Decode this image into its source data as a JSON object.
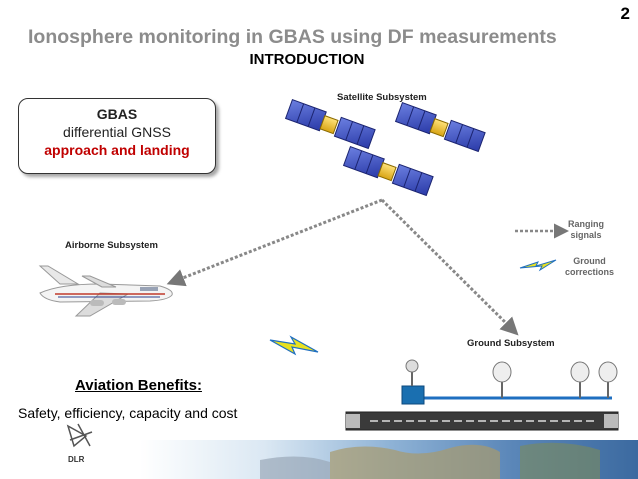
{
  "page_number": "2",
  "title": "Ionosphere monitoring in GBAS using DF measurements",
  "subtitle": "INTRODUCTION",
  "gbas_box": {
    "line1": "GBAS",
    "line2": "differential GNSS",
    "line3": "approach and landing"
  },
  "labels": {
    "satellite": "Satellite Subsystem",
    "airborne": "Airborne Subsystem",
    "ground": "Ground Subsystem"
  },
  "legend": {
    "ranging_line1": "Ranging",
    "ranging_line2": "signals",
    "corrections_line1": "Ground",
    "corrections_line2": "corrections"
  },
  "benefits": {
    "heading": "Aviation Benefits:",
    "text": "Safety, efficiency, capacity and cost"
  },
  "logo": {
    "text": "DLR"
  },
  "colors": {
    "title_gray": "#8c8c8c",
    "accent_red": "#c00000",
    "signal_gray": "#888888",
    "lightning_yellow": "#e8e020",
    "link_blue": "#1f6fc0"
  }
}
